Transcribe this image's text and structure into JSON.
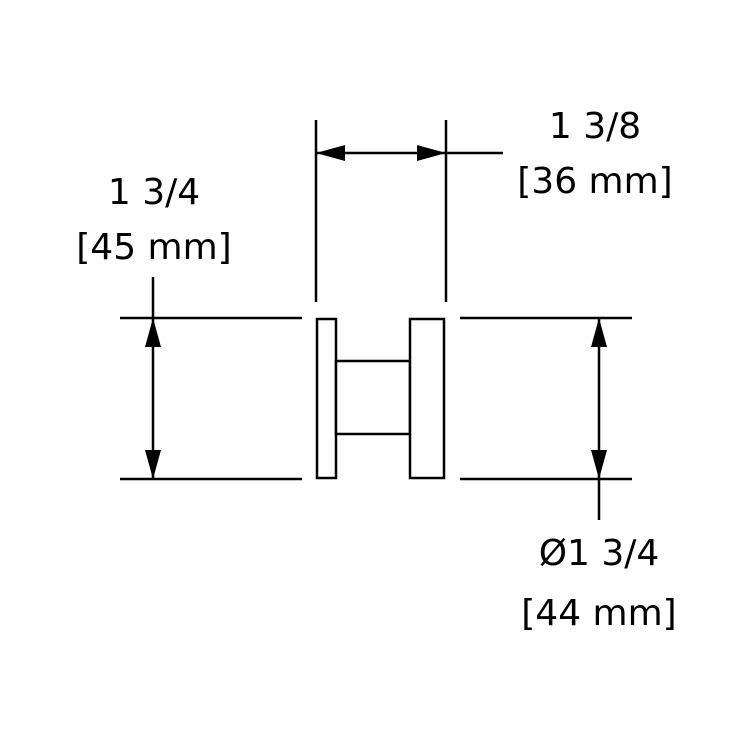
{
  "diagram": {
    "width_dimension": {
      "fraction": "1 3/8",
      "metric": "[36 mm]"
    },
    "height_dimension": {
      "fraction": "1 3/4",
      "metric": "[45 mm]"
    },
    "diameter_dimension": {
      "fraction": "Ø1 3/4",
      "metric": "[44 mm]"
    },
    "stroke_color": "#000000",
    "background_color": "#ffffff"
  }
}
